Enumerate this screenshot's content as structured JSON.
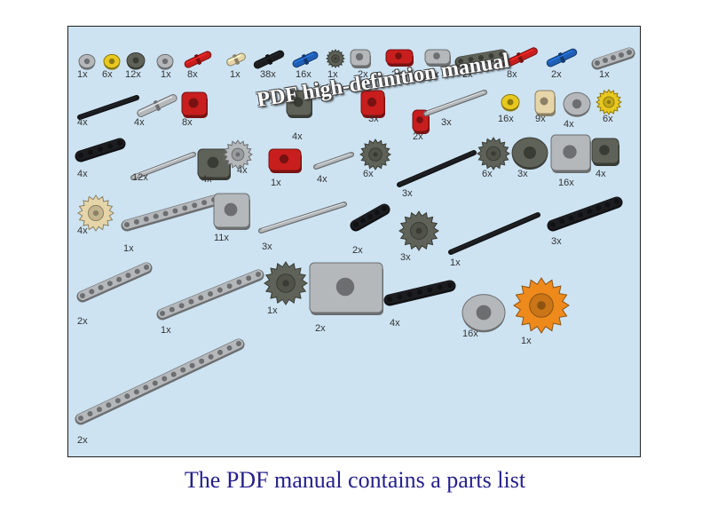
{
  "caption": "The PDF manual contains a parts list",
  "watermark": "PDF high-definition manual",
  "colors": {
    "light_gray": "#b4b8ba",
    "dark_gray": "#5f6258",
    "black": "#1c1d20",
    "red": "#c81e1e",
    "blue": "#1f5fb5",
    "yellow": "#e8c81e",
    "tan": "#e6d5a8",
    "orange": "#ee8a1c",
    "panel_bg": "#cde3f2",
    "caption": "#25208a"
  },
  "parts": [
    {
      "qty": "1x",
      "shape": "bush",
      "color": "light_gray",
      "row": 1
    },
    {
      "qty": "6x",
      "shape": "bush",
      "color": "yellow",
      "row": 1
    },
    {
      "qty": "12x",
      "shape": "bush",
      "color": "dark_gray",
      "row": 1
    },
    {
      "qty": "1x",
      "shape": "bush",
      "color": "light_gray",
      "row": 1
    },
    {
      "qty": "8x",
      "shape": "pin",
      "color": "red",
      "row": 1
    },
    {
      "qty": "1x",
      "shape": "pin",
      "color": "tan",
      "row": 1
    },
    {
      "qty": "38x",
      "shape": "pin",
      "color": "black",
      "row": 1
    },
    {
      "qty": "16x",
      "shape": "pin",
      "color": "blue",
      "row": 1
    },
    {
      "qty": "1x",
      "shape": "gear",
      "color": "dark_gray",
      "row": 1
    },
    {
      "qty": "2x",
      "shape": "block",
      "color": "light_gray",
      "row": 1
    },
    {
      "qty": "2x",
      "shape": "block",
      "color": "red",
      "row": 1
    },
    {
      "qty": "4x",
      "shape": "block",
      "color": "light_gray",
      "row": 1
    },
    {
      "qty": "2x",
      "shape": "beam",
      "color": "dark_gray",
      "row": 1
    },
    {
      "qty": "8x",
      "shape": "pin",
      "color": "red",
      "row": 1
    },
    {
      "qty": "2x",
      "shape": "pin",
      "color": "blue",
      "row": 1
    },
    {
      "qty": "1x",
      "shape": "beam",
      "color": "light_gray",
      "row": 1
    },
    {
      "qty": "4x",
      "shape": "axle",
      "color": "black",
      "row": 2
    },
    {
      "qty": "4x",
      "shape": "pin",
      "color": "light_gray",
      "row": 2
    },
    {
      "qty": "8x",
      "shape": "block",
      "color": "red",
      "row": 2
    },
    {
      "qty": "4x",
      "shape": "block",
      "color": "dark_gray",
      "row": 2
    },
    {
      "qty": "3x",
      "shape": "block",
      "color": "red",
      "row": 2
    },
    {
      "qty": "2x",
      "shape": "block",
      "color": "red",
      "row": 2
    },
    {
      "qty": "3x",
      "shape": "axle",
      "color": "light_gray",
      "row": 2
    },
    {
      "qty": "16x",
      "shape": "bush",
      "color": "yellow",
      "row": 2
    },
    {
      "qty": "9x",
      "shape": "block",
      "color": "tan",
      "row": 2
    },
    {
      "qty": "4x",
      "shape": "bush",
      "color": "light_gray",
      "row": 2
    },
    {
      "qty": "6x",
      "shape": "gear",
      "color": "yellow",
      "row": 2
    },
    {
      "qty": "4x",
      "shape": "beam",
      "color": "black",
      "row": 3
    },
    {
      "qty": "12x",
      "shape": "axle",
      "color": "light_gray",
      "row": 3
    },
    {
      "qty": "4x",
      "shape": "block",
      "color": "dark_gray",
      "row": 3
    },
    {
      "qty": "4x",
      "shape": "gear",
      "color": "light_gray",
      "row": 3
    },
    {
      "qty": "1x",
      "shape": "block",
      "color": "red",
      "row": 3
    },
    {
      "qty": "4x",
      "shape": "axle",
      "color": "light_gray",
      "row": 3
    },
    {
      "qty": "6x",
      "shape": "gear",
      "color": "dark_gray",
      "row": 3
    },
    {
      "qty": "3x",
      "shape": "axle",
      "color": "black",
      "row": 3
    },
    {
      "qty": "6x",
      "shape": "gear",
      "color": "dark_gray",
      "row": 3
    },
    {
      "qty": "3x",
      "shape": "bush",
      "color": "dark_gray",
      "row": 3
    },
    {
      "qty": "16x",
      "shape": "block",
      "color": "light_gray",
      "row": 3
    },
    {
      "qty": "4x",
      "shape": "block",
      "color": "dark_gray",
      "row": 3
    },
    {
      "qty": "4x",
      "shape": "gear",
      "color": "tan",
      "row": 4
    },
    {
      "qty": "1x",
      "shape": "beam",
      "color": "light_gray",
      "row": 4
    },
    {
      "qty": "11x",
      "shape": "block",
      "color": "light_gray",
      "row": 4
    },
    {
      "qty": "3x",
      "shape": "axle",
      "color": "light_gray",
      "row": 4
    },
    {
      "qty": "2x",
      "shape": "beam",
      "color": "black",
      "row": 4
    },
    {
      "qty": "3x",
      "shape": "gear",
      "color": "dark_gray",
      "row": 4
    },
    {
      "qty": "1x",
      "shape": "axle",
      "color": "black",
      "row": 4
    },
    {
      "qty": "3x",
      "shape": "beam",
      "color": "black",
      "row": 4
    },
    {
      "qty": "2x",
      "shape": "beam",
      "color": "light_gray",
      "row": 5
    },
    {
      "qty": "1x",
      "shape": "beam",
      "color": "light_gray",
      "row": 5
    },
    {
      "qty": "1x",
      "shape": "gear",
      "color": "dark_gray",
      "row": 5
    },
    {
      "qty": "2x",
      "shape": "block",
      "color": "light_gray",
      "row": 5
    },
    {
      "qty": "4x",
      "shape": "beam",
      "color": "black",
      "row": 5
    },
    {
      "qty": "16x",
      "shape": "bush",
      "color": "light_gray",
      "row": 5
    },
    {
      "qty": "1x",
      "shape": "gear",
      "color": "orange",
      "row": 5
    },
    {
      "qty": "2x",
      "shape": "beam",
      "color": "light_gray",
      "row": 6
    }
  ]
}
